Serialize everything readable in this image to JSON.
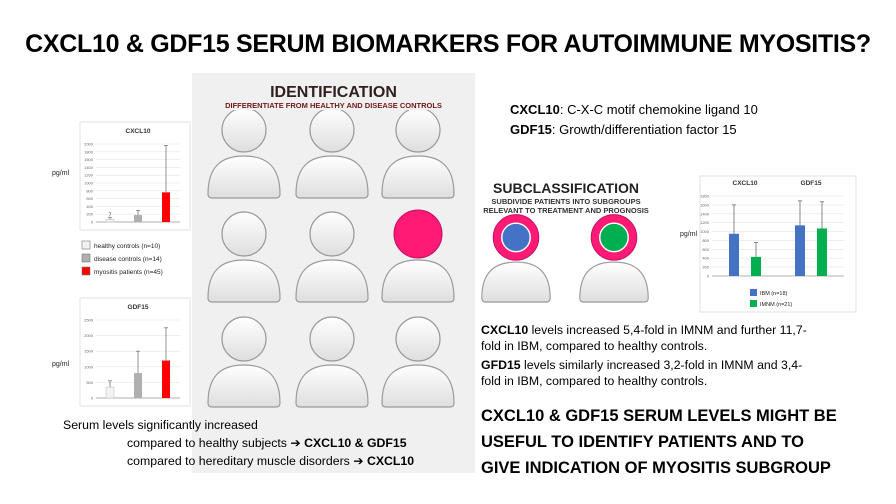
{
  "title": "CXCL10 & GDF15 SERUM BIOMARKERS FOR AUTOIMMUNE MYOSITIS?",
  "identification": {
    "title": "IDENTIFICATION",
    "subtitle": "DIFFERENTIATE FROM HEALTHY AND DISEASE CONTROLS"
  },
  "glossary": [
    {
      "term": "CXCL10",
      "definition": ": C-X-C motif chemokine ligand 10"
    },
    {
      "term": "GDF15",
      "definition": ": Growth/differentiation factor 15"
    }
  ],
  "subclassification": {
    "title": "SUBCLASSIFICATION",
    "subtitle_line1": "SUBDIVIDE PATIENTS INTO SUBGROUPS",
    "subtitle_line2": "RELEVANT TO TREATMENT AND PROGNOSIS"
  },
  "findings": [
    {
      "term": "CXCL10",
      "line1": " levels increased 5,4-fold in IMNM and further 11,7-",
      "line2": "fold in IBM, compared to healthy controls."
    },
    {
      "term": "GFD15",
      "line1": " levels similarly increased 3,2-fold in IMNM and 3,4-",
      "line2": "fold in IBM, compared to healthy controls."
    }
  ],
  "conclusion": {
    "line1": "CXCL10 & GDF15 SERUM LEVELS MIGHT BE",
    "line2": "USEFUL TO IDENTIFY PATIENTS AND TO",
    "line3": "GIVE INDICATION OF MYOSITIS SUBGROUP"
  },
  "serum": {
    "line1": "Serum levels significantly increased",
    "line2_prefix": "compared to healthy subjects ➔ ",
    "line2_bold": "CXCL10 & GDF15",
    "line3_prefix": "compared to hereditary muscle disorders ➔ ",
    "line3_bold": "CXCL10"
  },
  "colors": {
    "healthy": "#f2f2f2",
    "disease": "#b0b0b0",
    "myositis": "#ff0000",
    "ibm": "#4472c4",
    "imnm": "#00b050",
    "magenta": "#ff1a75"
  },
  "chart_data": [
    {
      "type": "bar",
      "title": "CXCL10",
      "ylabel": "pg/ml",
      "ylim": [
        0,
        2000
      ],
      "yticks": [
        "0",
        "200",
        "400",
        "600",
        "800",
        "1000",
        "1200",
        "1400",
        "1600",
        "1800",
        "2000"
      ],
      "categories": [
        "healthy controls (n=10)",
        "disease controls (n=14)",
        "myositis patients (n=45)"
      ],
      "values": [
        70,
        180,
        760
      ],
      "errors": [
        40,
        120,
        1200
      ],
      "data_labels": [
        "7",
        "",
        ""
      ],
      "legend": [
        "healthy controls (n=10)",
        "disease controls (n=14)",
        "myositis patients (n=45)"
      ]
    },
    {
      "type": "bar",
      "title": "GDF15",
      "ylabel": "pg/ml",
      "ylim": [
        0,
        2500
      ],
      "yticks": [
        "0",
        "500",
        "1000",
        "1500",
        "2000",
        "2500"
      ],
      "categories": [
        "healthy controls (n=10)",
        "disease controls (n=14)",
        "myositis patients (n=45)"
      ],
      "values": [
        350,
        800,
        1200
      ],
      "errors": [
        200,
        700,
        1050
      ]
    },
    {
      "type": "bar",
      "ylabel": "pg/ml",
      "ylim": [
        0,
        1800
      ],
      "yticks": [
        "0",
        "200",
        "400",
        "600",
        "800",
        "1000",
        "1200",
        "1400",
        "1600",
        "1800"
      ],
      "categories": [
        "CXCL10",
        "GDF15"
      ],
      "series": [
        {
          "name": "IBM (n=18)",
          "values": [
            950,
            1140
          ],
          "errors": [
            650,
            550
          ]
        },
        {
          "name": "IMNM (n=21)",
          "values": [
            430,
            1070
          ],
          "errors": [
            320,
            600
          ]
        }
      ],
      "legend": [
        "IBM (n=18)",
        "IMNM (n=21)"
      ]
    }
  ]
}
